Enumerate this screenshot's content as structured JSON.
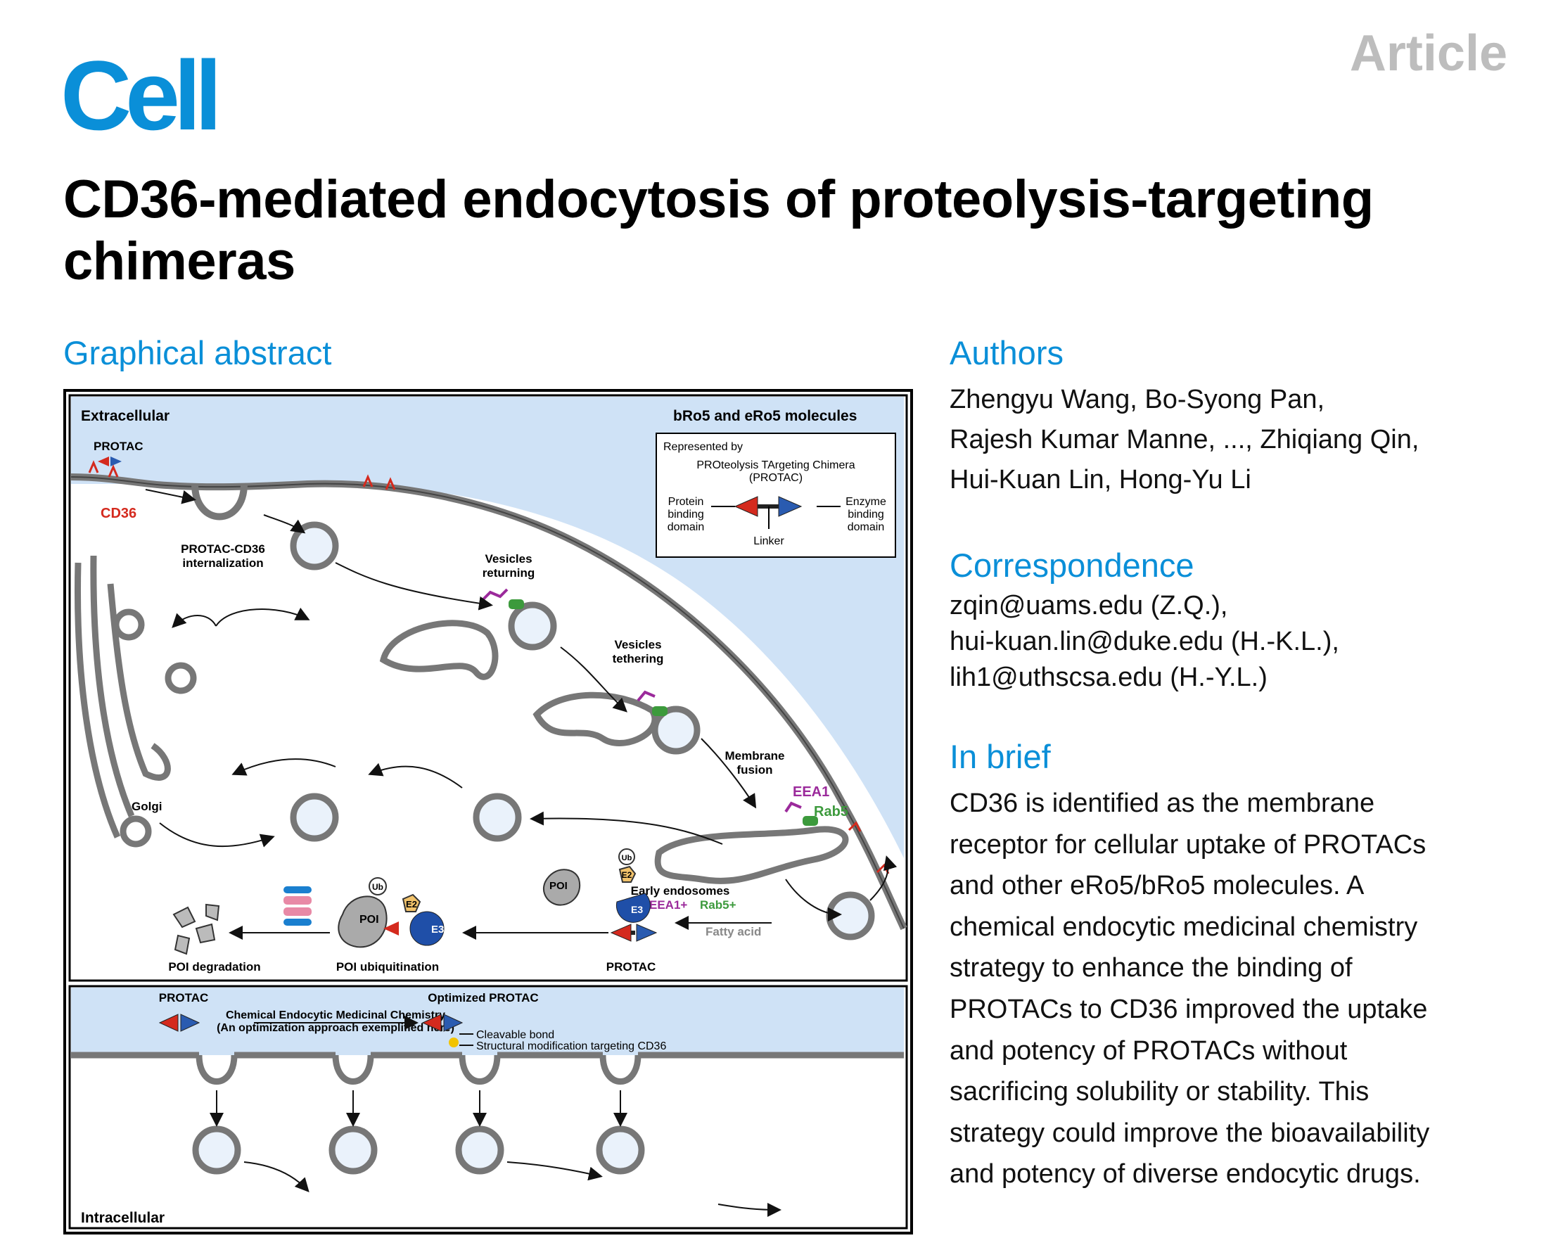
{
  "header": {
    "journal": "Cell",
    "article_type": "Article"
  },
  "title": "CD36-mediated endocytosis of proteolysis-targeting chimeras",
  "sections": {
    "graphical_abstract": "Graphical abstract",
    "authors": "Authors",
    "correspondence": "Correspondence",
    "in_brief": "In brief"
  },
  "authors": [
    "Zhengyu Wang, Bo-Syong Pan,",
    "Rajesh Kumar Manne, ..., Zhiqiang Qin,",
    "Hui-Kuan Lin, Hong-Yu Li"
  ],
  "correspondence": [
    "zqin@uams.edu (Z.Q.),",
    "hui-kuan.lin@duke.edu (H.-K.L.),",
    "lih1@uthscsa.edu (H.-Y.L.)"
  ],
  "in_brief": [
    "CD36 is identified as the membrane",
    "receptor for cellular uptake of PROTACs",
    "and other eRo5/bRo5 molecules. A",
    "chemical endocytic medicinal chemistry",
    "strategy to enhance the binding of",
    "PROTACs to CD36 improved the uptake",
    "and potency of PROTACs without",
    "sacrificing solubility or stability. This",
    "strategy could improve the bioavailability",
    "and potency of diverse endocytic drugs."
  ],
  "figure": {
    "extracellular": "Extracellular",
    "bro5_title": "bRo5 and eRo5 molecules",
    "represented_by": "Represented by",
    "protac_full_1": "PROteolysis TArgeting Chimera",
    "protac_full_2": "(PROTAC)",
    "protein_binding": [
      "Protein",
      "binding",
      "domain"
    ],
    "enzyme_binding": [
      "Enzyme",
      "binding",
      "domain"
    ],
    "linker": "Linker",
    "protac": "PROTAC",
    "cd36": "CD36",
    "internalization": [
      "PROTAC-CD36",
      "internalization"
    ],
    "vesicles_returning": [
      "Vesicles",
      "returning"
    ],
    "vesicles_tethering": [
      "Vesicles",
      "tethering"
    ],
    "membrane_fusion": [
      "Membrane",
      "fusion"
    ],
    "eea1": "EEA1",
    "rab5": "Rab5",
    "golgi": "Golgi",
    "early_endosomes": "Early endosomes",
    "eea1_plus": "EEA1+",
    "rab5_plus": "Rab5+",
    "fatty_acid": "Fatty acid",
    "poi": "POI",
    "ub": "Ub",
    "e2": "E2",
    "e3": "E3",
    "poi_degradation": "POI degradation",
    "poi_ubiquitination": "POI ubiquitination",
    "bottom_protac": "PROTAC",
    "optimized_protac": "Optimized PROTAC",
    "cemc_1": "Chemical Endocytic Medicinal Chemistry",
    "cemc_2": "(An optimization approach exemplified here)",
    "cleavable_bond": "Cleavable bond",
    "structural_mod": "Structural modification targeting CD36",
    "intracellular": "Intracellular",
    "colors": {
      "accent_blue": "#0a8fd8",
      "cd36_red": "#d42a1e",
      "eea1_purple": "#9b2a9b",
      "rab5_green": "#3c9a3c",
      "extracellular_bg": "#cfe2f6"
    }
  }
}
